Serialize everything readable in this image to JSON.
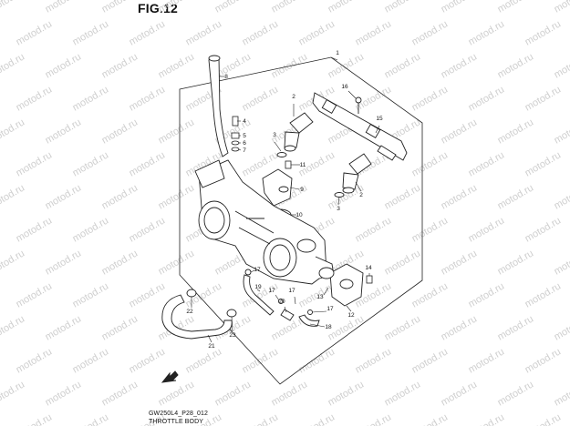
{
  "figure": {
    "title": "FIG.12"
  },
  "caption": {
    "model_code": "GW250L4_P28_012",
    "section_name": "THROTTLE BODY"
  },
  "watermark": {
    "text": "motod.ru",
    "color": "#cfcfcf"
  },
  "callouts": [
    "1",
    "2",
    "2",
    "3",
    "3",
    "4",
    "5",
    "6",
    "7",
    "8",
    "9",
    "10",
    "11",
    "12",
    "13",
    "14",
    "15",
    "16",
    "17",
    "17",
    "17",
    "17",
    "18",
    "19",
    "20",
    "21",
    "22",
    "23"
  ],
  "icons": {
    "front_arrow": "front-direction-arrow-icon"
  }
}
